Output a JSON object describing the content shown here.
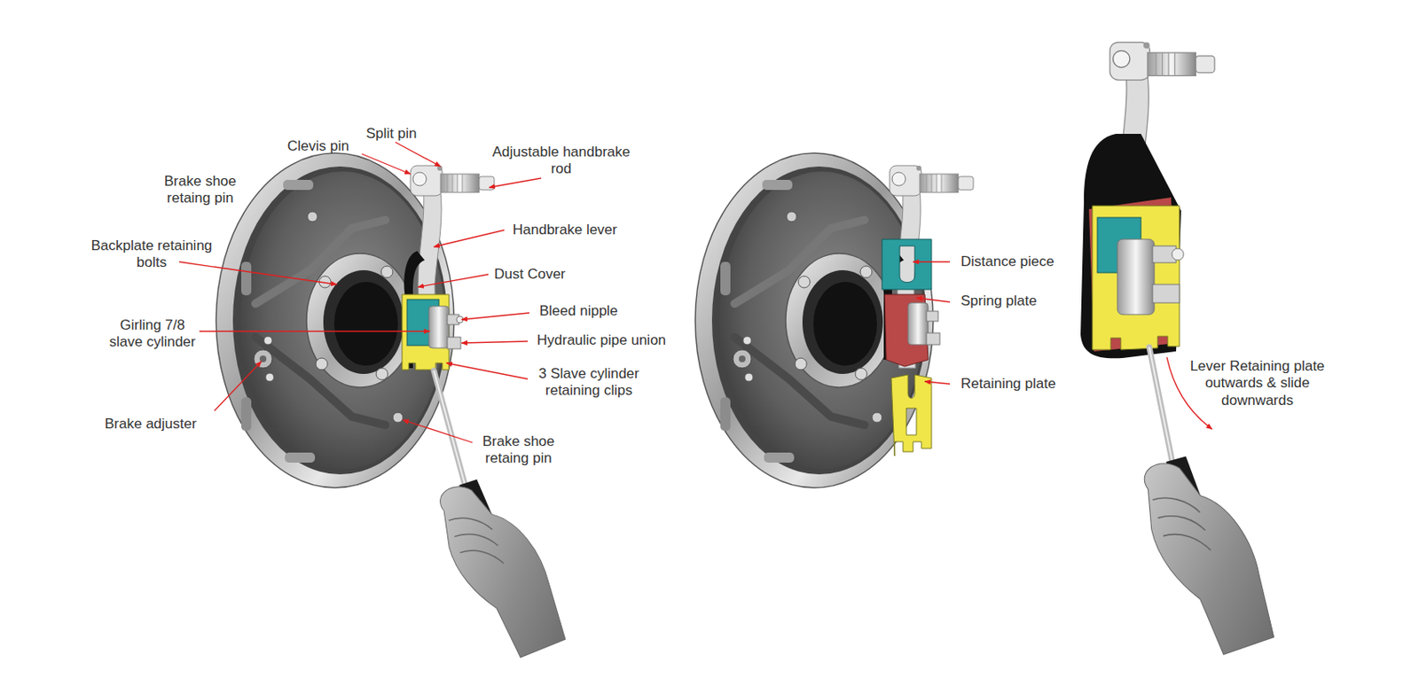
{
  "diagram": {
    "labels": [
      "Split pin",
      "Clevis pin",
      "Adjustable handbrake rod",
      "Brake shoe retaing pin",
      "Handbrake lever",
      "Backplate retaining bolts",
      "Dust Cover",
      "Bleed nipple",
      "Girling 7/8 slave cylinder",
      "Hydraulic pipe union",
      "3 Slave cylinder retaining clips",
      "Brake adjuster",
      "Brake shoe retaing pin",
      "Distance piece",
      "Spring plate",
      "Retaining plate",
      "Lever Retaining plate outwards & slide downwards"
    ]
  }
}
